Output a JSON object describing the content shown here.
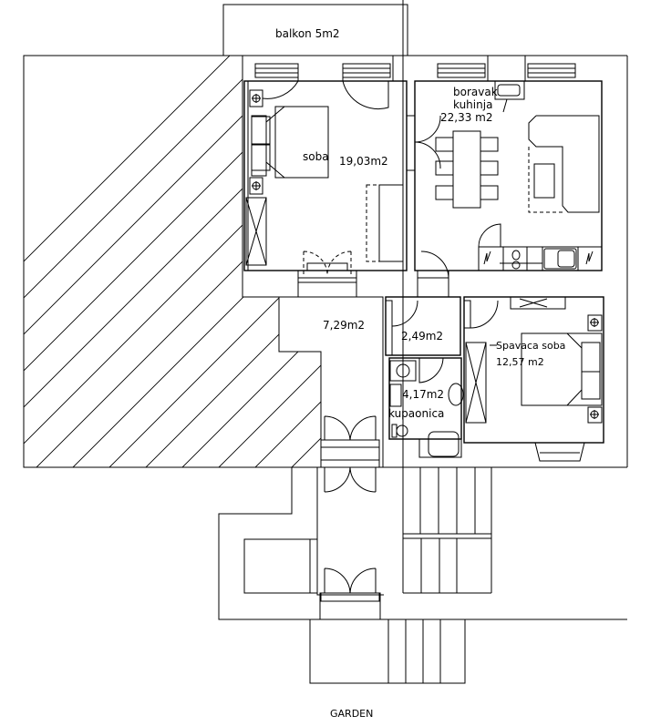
{
  "plan": {
    "type": "floor-plan",
    "rooms": {
      "balcony": {
        "label": "balkon  5m2"
      },
      "living_kitchen": {
        "name_1": "boravak",
        "name_2": "kuhinja",
        "area": "22,33  m2"
      },
      "room": {
        "name": "soba",
        "area": "19,03m2"
      },
      "hall": {
        "area": "7,29m2"
      },
      "storage": {
        "area": "2,49m2"
      },
      "bathroom": {
        "area": "4,17m2",
        "name": "kupaonica"
      },
      "bedroom": {
        "name": "Spavaca soba",
        "area": "12,57  m2"
      }
    },
    "outside": {
      "label": "GARDEN"
    },
    "colors": {
      "line": "#000000",
      "background": "#ffffff"
    }
  }
}
